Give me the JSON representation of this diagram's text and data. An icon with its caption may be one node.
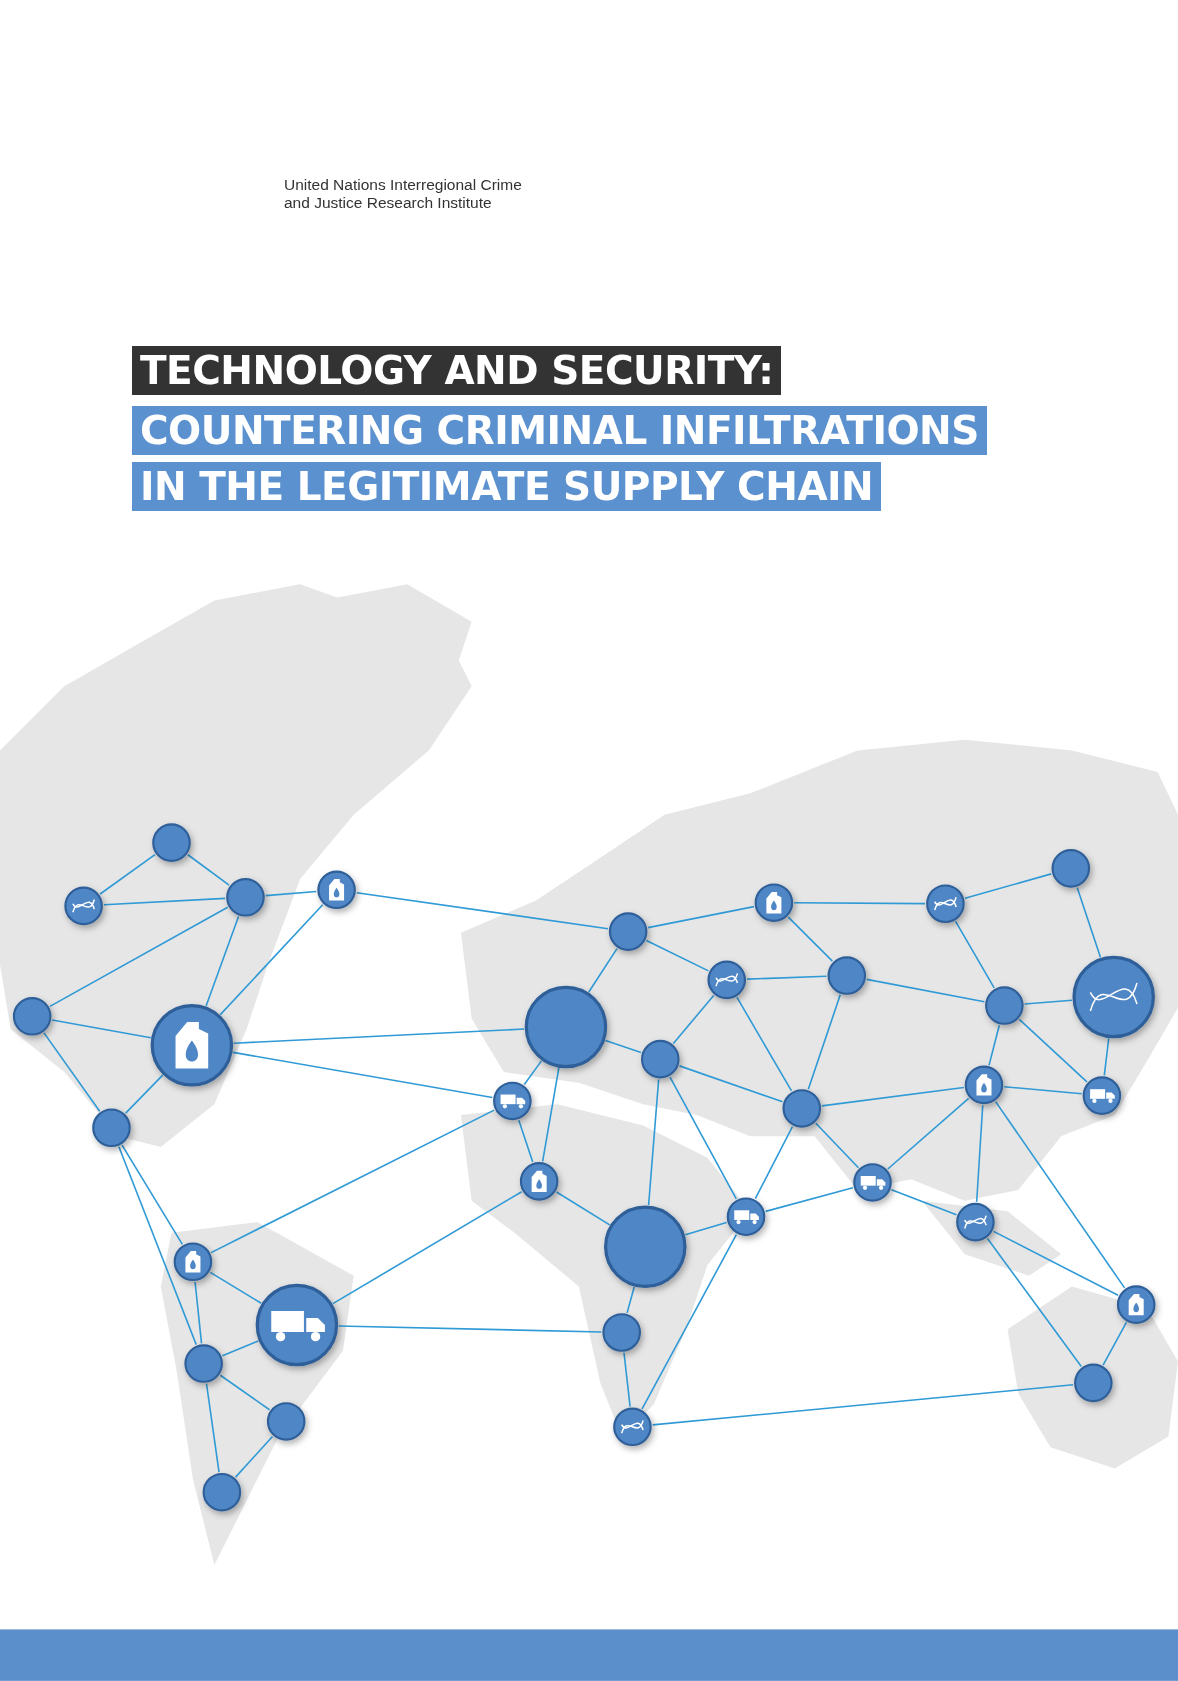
{
  "diagram": {
    "title": "TECHNOLOGY AND SECURITY:",
    "labels": [
      "United Nations Interregional Crime and Justice Research Institute",
      "COUNTERING CRIMINAL INFILTRATIONS IN THE LEGITIMATE SUPPLY CHAIN"
    ],
    "nodes": [
      {
        "text": [],
        "shape": "circle"
      },
      {
        "text": [],
        "shape": "circle"
      },
      {
        "text": [],
        "shape": "circle"
      },
      {
        "text": [],
        "shape": "circle"
      },
      {
        "text": [],
        "shape": "circle"
      },
      {
        "text": [],
        "shape": "circle"
      },
      {
        "text": [],
        "shape": "circle"
      },
      {
        "text": [],
        "shape": "circle"
      },
      {
        "text": [],
        "shape": "circle"
      },
      {
        "text": [],
        "shape": "circle"
      },
      {
        "text": [],
        "shape": "circle"
      },
      {
        "text": [],
        "shape": "circle"
      },
      {
        "text": [],
        "shape": "circle"
      },
      {
        "text": [],
        "shape": "circle"
      },
      {
        "text": [],
        "shape": "circle"
      },
      {
        "text": [],
        "shape": "circle"
      },
      {
        "text": [],
        "shape": "circle"
      },
      {
        "text": [],
        "shape": "circle"
      },
      {
        "text": [],
        "shape": "circle"
      },
      {
        "text": [],
        "shape": "circle"
      },
      {
        "text": [],
        "shape": "circle"
      },
      {
        "text": [],
        "shape": "circle"
      },
      {
        "text": [],
        "shape": "circle"
      },
      {
        "text": [],
        "shape": "circle"
      },
      {
        "text": [],
        "shape": "circle"
      },
      {
        "text": [],
        "shape": "circle"
      },
      {
        "text": [],
        "shape": "circle"
      },
      {
        "text": [],
        "shape": "circle"
      },
      {
        "text": [],
        "shape": "circle"
      },
      {
        "text": [],
        "shape": "circle"
      },
      {
        "text": [],
        "shape": "circle"
      },
      {
        "text": [],
        "shape": "circle"
      },
      {
        "text": [],
        "shape": "circle"
      },
      {
        "text": [],
        "shape": "circle"
      },
      {
        "text": [],
        "shape": "circle"
      }
    ],
    "edges": [
      {
        "from": 1,
        "to": 0,
        "arrow": "none"
      },
      {
        "from": 0,
        "to": 2,
        "arrow": "none"
      },
      {
        "from": 1,
        "to": 2,
        "arrow": "none"
      },
      {
        "from": 2,
        "to": 3,
        "arrow": "none"
      },
      {
        "from": 2,
        "to": 4,
        "arrow": "none"
      },
      {
        "from": 2,
        "to": 5,
        "arrow": "none"
      },
      {
        "from": 3,
        "to": 5,
        "arrow": "none"
      },
      {
        "from": 4,
        "to": 5,
        "arrow": "none"
      },
      {
        "from": 4,
        "to": 6,
        "arrow": "none"
      },
      {
        "from": 5,
        "to": 6,
        "arrow": "none"
      },
      {
        "from": 3,
        "to": 7,
        "arrow": "none"
      },
      {
        "from": 5,
        "to": 11,
        "arrow": "none"
      },
      {
        "from": 5,
        "to": 17,
        "arrow": "none"
      },
      {
        "from": 6,
        "to": 26,
        "arrow": "none"
      },
      {
        "from": 6,
        "to": 30,
        "arrow": "none"
      },
      {
        "from": 7,
        "to": 8,
        "arrow": "none"
      },
      {
        "from": 7,
        "to": 12,
        "arrow": "none"
      },
      {
        "from": 7,
        "to": 11,
        "arrow": "none"
      },
      {
        "from": 8,
        "to": 9,
        "arrow": "none"
      },
      {
        "from": 8,
        "to": 13,
        "arrow": "none"
      },
      {
        "from": 9,
        "to": 10,
        "arrow": "none"
      },
      {
        "from": 9,
        "to": 14,
        "arrow": "none"
      },
      {
        "from": 10,
        "to": 15,
        "arrow": "none"
      },
      {
        "from": 11,
        "to": 17,
        "arrow": "none"
      },
      {
        "from": 11,
        "to": 16,
        "arrow": "none"
      },
      {
        "from": 12,
        "to": 13,
        "arrow": "none"
      },
      {
        "from": 12,
        "to": 20,
        "arrow": "none"
      },
      {
        "from": 12,
        "to": 16,
        "arrow": "none"
      },
      {
        "from": 13,
        "to": 14,
        "arrow": "none"
      },
      {
        "from": 13,
        "to": 20,
        "arrow": "none"
      },
      {
        "from": 14,
        "to": 15,
        "arrow": "none"
      },
      {
        "from": 14,
        "to": 18,
        "arrow": "none"
      },
      {
        "from": 14,
        "to": 19,
        "arrow": "none"
      },
      {
        "from": 15,
        "to": 19,
        "arrow": "none"
      },
      {
        "from": 16,
        "to": 24,
        "arrow": "none"
      },
      {
        "from": 16,
        "to": 20,
        "arrow": "none"
      },
      {
        "from": 16,
        "to": 23,
        "arrow": "none"
      },
      {
        "from": 17,
        "to": 21,
        "arrow": "none"
      },
      {
        "from": 17,
        "to": 26,
        "arrow": "none"
      },
      {
        "from": 11,
        "to": 21,
        "arrow": "none"
      },
      {
        "from": 18,
        "to": 19,
        "arrow": "none"
      },
      {
        "from": 18,
        "to": 20,
        "arrow": "none"
      },
      {
        "from": 18,
        "to": 22,
        "arrow": "none"
      },
      {
        "from": 18,
        "to": 25,
        "arrow": "none"
      },
      {
        "from": 18,
        "to": 28,
        "arrow": "none"
      },
      {
        "from": 20,
        "to": 22,
        "arrow": "none"
      },
      {
        "from": 20,
        "to": 23,
        "arrow": "none"
      },
      {
        "from": 21,
        "to": 24,
        "arrow": "none"
      },
      {
        "from": 22,
        "to": 23,
        "arrow": "none"
      },
      {
        "from": 22,
        "to": 25,
        "arrow": "none"
      },
      {
        "from": 23,
        "to": 24,
        "arrow": "none"
      },
      {
        "from": 23,
        "to": 33,
        "arrow": "none"
      },
      {
        "from": 24,
        "to": 29,
        "arrow": "none"
      },
      {
        "from": 25,
        "to": 31,
        "arrow": "none"
      },
      {
        "from": 25,
        "to": 28,
        "arrow": "none"
      },
      {
        "from": 27,
        "to": 21,
        "arrow": "none"
      },
      {
        "from": 26,
        "to": 27,
        "arrow": "none"
      },
      {
        "from": 26,
        "to": 30,
        "arrow": "none"
      },
      {
        "from": 27,
        "to": 29,
        "arrow": "none"
      },
      {
        "from": 27,
        "to": 30,
        "arrow": "none"
      },
      {
        "from": 30,
        "to": 32,
        "arrow": "none"
      },
      {
        "from": 30,
        "to": 34,
        "arrow": "none"
      },
      {
        "from": 32,
        "to": 34,
        "arrow": "none"
      },
      {
        "from": 29,
        "to": 33,
        "arrow": "none"
      },
      {
        "from": 28,
        "to": 31,
        "arrow": "none"
      },
      {
        "from": 33,
        "to": 31,
        "arrow": "none"
      }
    ]
  }
}
